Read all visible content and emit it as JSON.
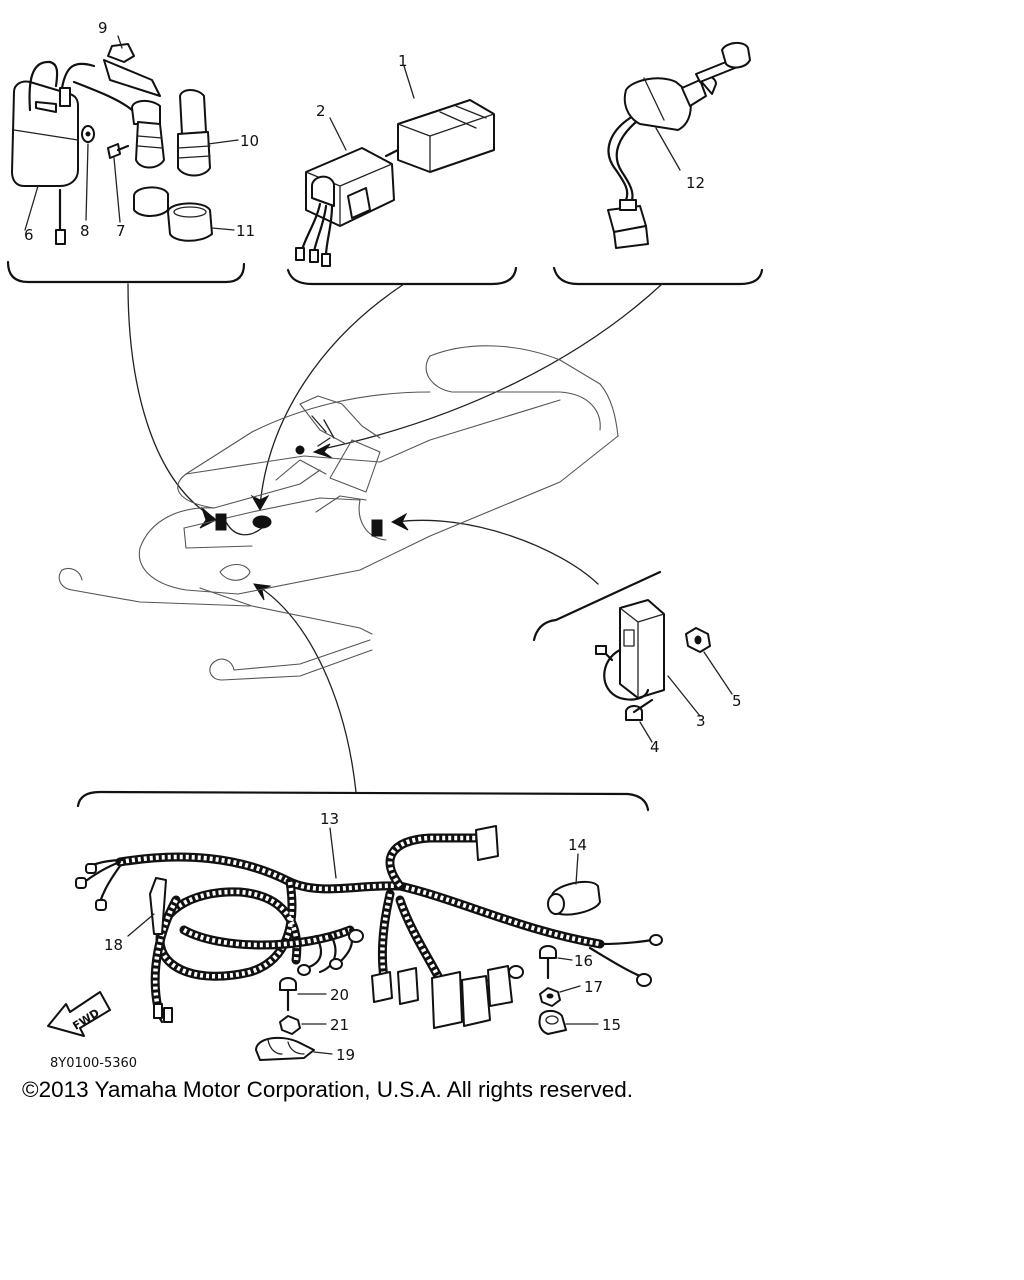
{
  "diagram": {
    "callouts": {
      "p1": "1",
      "p2": "2",
      "p3": "3",
      "p4": "4",
      "p5": "5",
      "p6": "6",
      "p7": "7",
      "p8": "8",
      "p9": "9",
      "p10": "10",
      "p11": "11",
      "p12": "12",
      "p13": "13",
      "p14": "14",
      "p15": "15",
      "p16": "16",
      "p17": "17",
      "p18": "18",
      "p19": "19",
      "p20": "20",
      "p21": "21"
    },
    "fwd_label": "FWD",
    "drawing_code": "8Y0100-5360",
    "copyright": "©2013 Yamaha Motor Corporation, U.S.A. All rights reserved."
  }
}
